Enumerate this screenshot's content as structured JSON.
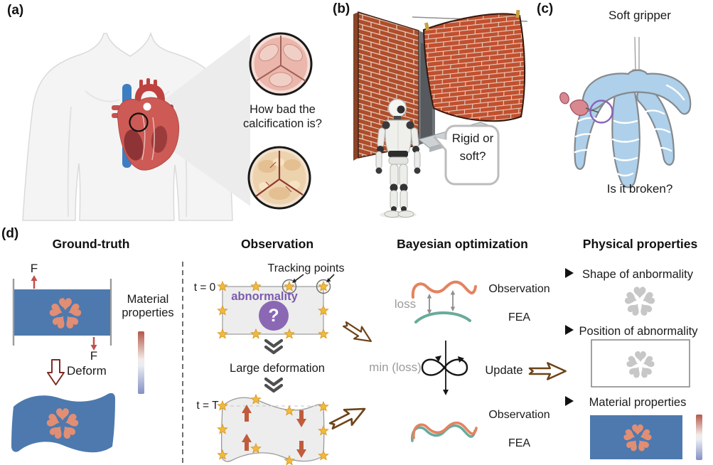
{
  "panel_a": {
    "label": "(a)",
    "question": "How bad the calcification is?"
  },
  "panel_b": {
    "label": "(b)",
    "speech": "Rigid or soft?"
  },
  "panel_c": {
    "label": "(c)",
    "title": "Soft gripper",
    "question": "Is it broken?"
  },
  "panel_d": {
    "label": "(d)",
    "ground_truth": {
      "title": "Ground-truth",
      "force_top": "F",
      "force_bottom": "F",
      "material_label": "Material properties",
      "deform_label": "Deform"
    },
    "observation": {
      "title": "Observation",
      "tracking_label": "Tracking points",
      "t0": "t = 0",
      "abnormality": "abnormality",
      "question_mark": "?",
      "large_deformation": "Large deformation",
      "tT": "t = T"
    },
    "bayesian": {
      "title": "Bayesian optimization",
      "loss": "loss",
      "observation_top": "Observation",
      "fea_top": "FEA",
      "min_loss": "min (loss)",
      "update": "Update",
      "observation_bottom": "Observation",
      "fea_bottom": "FEA"
    },
    "physical": {
      "title": "Physical properties",
      "item_shape": "Shape of anbormality",
      "item_position": "Position of abnormality",
      "item_material": "Material properties"
    }
  },
  "colors": {
    "tissue_blue": "#4d79ae",
    "abnormality_orange": "#e18e74",
    "star_yellow": "#f2b93f",
    "abnormality_purple": "#8a68b4",
    "observation_curve_orange": "#e5825f",
    "fea_curve_teal": "#68ab9b",
    "force_arrow_red": "#c0504d",
    "deform_arrow_red": "#c05c3c",
    "hollow_arrow_brown": "#6d4318",
    "gripper_blue": "#aed0ea",
    "brick_red": "#b04d2a",
    "cloth_red": "#c1502f",
    "colorbar_top": "#b4584a",
    "colorbar_bottom": "#8391c3"
  }
}
